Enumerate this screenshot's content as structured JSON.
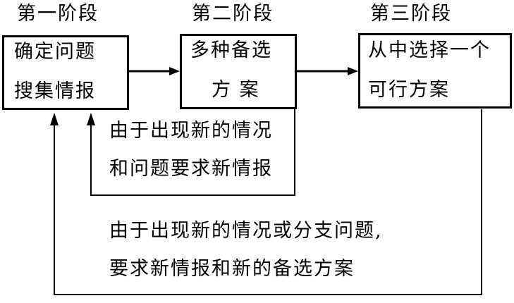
{
  "stages": [
    {
      "label": "第一阶段",
      "lines": [
        "确定问题",
        "搜集情报"
      ]
    },
    {
      "label": "第二阶段",
      "lines": [
        "多种备选",
        "方 案"
      ]
    },
    {
      "label": "第三阶段",
      "lines": [
        "从中选择一个",
        "可行方案"
      ]
    }
  ],
  "feedback_inner": {
    "lines": [
      "由于出现新的情况",
      "和问题要求新情报"
    ]
  },
  "feedback_outer": {
    "lines": [
      "由于出现新的情况或分支问题,",
      "要求新情报和新的备选方案"
    ]
  }
}
